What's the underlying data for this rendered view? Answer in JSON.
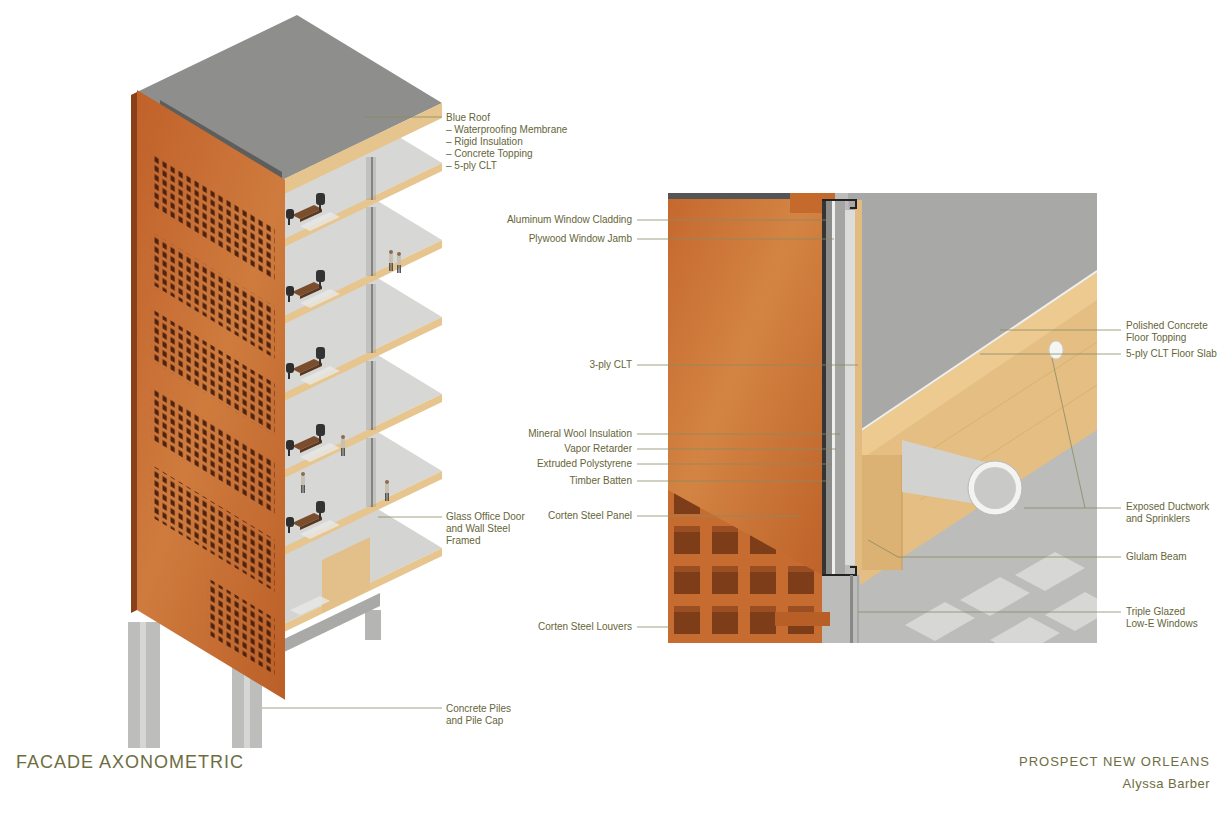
{
  "diagram": {
    "title": "FACADE AXONOMETRIC",
    "labels": [
      "Blue Roof",
      "– Waterproofing Membrane",
      "– Rigid Insulation",
      "– Concrete Topping",
      "– 5-ply CLT",
      "Glass Office Door and Wall Steel Framed",
      "Concrete Piles and Pile Cap",
      "Aluminum Window Cladding",
      "Plywood Window Jamb",
      "3-ply CLT",
      "Mineral Wool Insulation",
      "Vapor Retarder",
      "Extruded Polystyrene",
      "Timber Batten",
      "Corten Steel Panel",
      "Corten Steel Louvers",
      "Polished Concrete Floor Topping",
      "5-ply CLT Floor Slab",
      "Exposed Ductwork and Sprinklers",
      "Glulam Beam",
      "Triple Glazed Low-E Windows",
      "PROSPECT NEW ORLEANS",
      "Alyssa Barber"
    ]
  }
}
